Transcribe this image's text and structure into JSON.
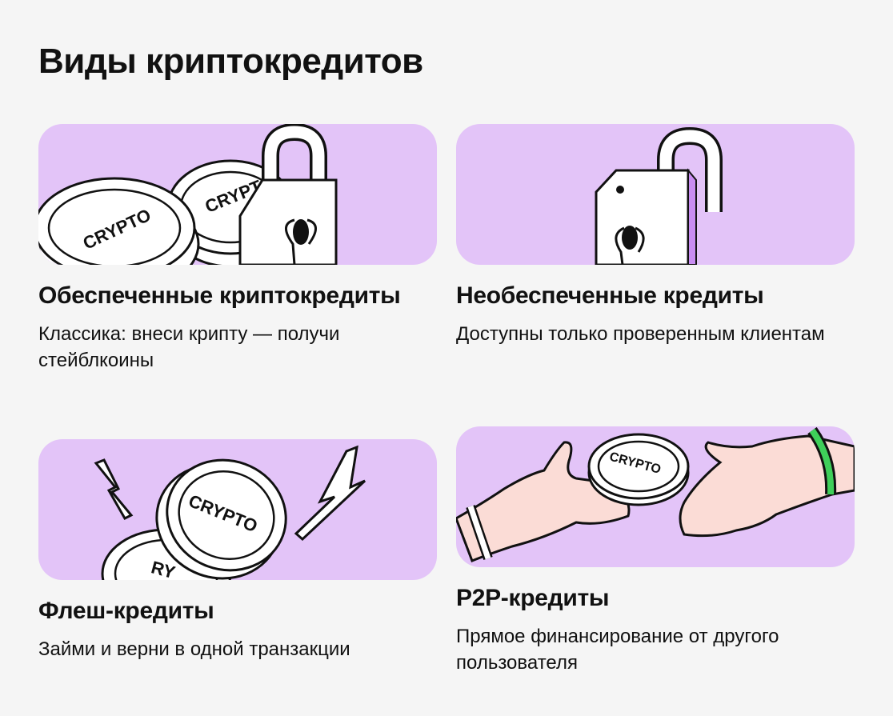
{
  "title": "Виды криптокредитов",
  "colors": {
    "background": "#f5f5f5",
    "card": "#e3c4f8",
    "accent_dark": "#c98df2",
    "coin": "#ffffff",
    "hand": "#fbdcd6",
    "bracelet": "#3fcf5a",
    "outline": "#111111"
  },
  "coin_label": "CRYPTO",
  "coin_label_partial": "RY",
  "cards": [
    {
      "title": "Обеспеченные криптокредиты",
      "text": "Классика: внеси крипту — получи стейблкоины",
      "illustration": "coins-and-locked-padlock"
    },
    {
      "title": "Необеспеченные кредиты",
      "text": "Доступны только проверенным клиентам",
      "illustration": "open-padlock"
    },
    {
      "title": "Флеш-кредиты",
      "text": "Займи и верни в одной транзакции",
      "illustration": "coins-with-lightning"
    },
    {
      "title": "P2P-кредиты",
      "text": "Прямое финансирование от другого пользователя",
      "illustration": "hands-passing-coin"
    }
  ]
}
